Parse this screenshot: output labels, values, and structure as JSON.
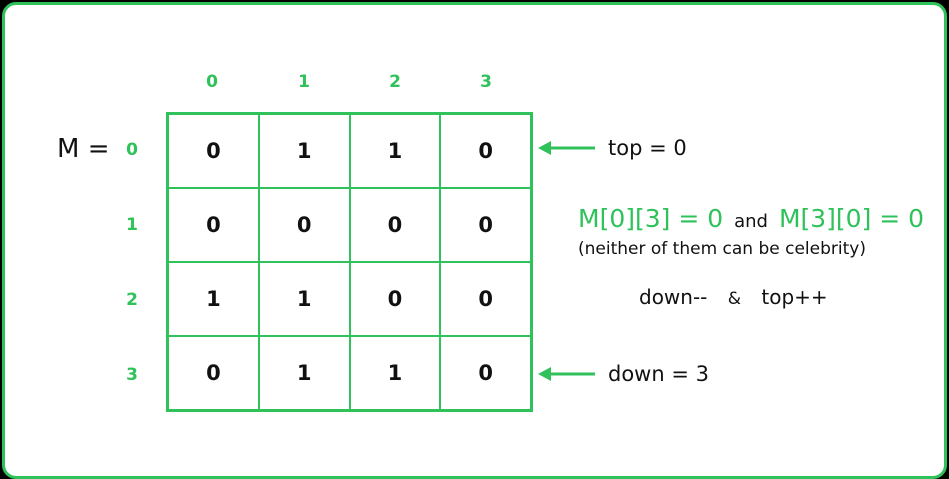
{
  "matrix": {
    "label": "M =",
    "col_indices": [
      "0",
      "1",
      "2",
      "3"
    ],
    "row_indices": [
      "0",
      "1",
      "2",
      "3"
    ],
    "rows": [
      [
        "0",
        "1",
        "1",
        "0"
      ],
      [
        "0",
        "0",
        "0",
        "0"
      ],
      [
        "1",
        "1",
        "0",
        "0"
      ],
      [
        "0",
        "1",
        "1",
        "0"
      ]
    ]
  },
  "pointers": {
    "top": "top = 0",
    "down": "down = 3"
  },
  "explanation": {
    "left_condition": "M[0][3] = 0",
    "connector": "and",
    "right_condition": "M[3][0] = 0",
    "note": "(neither of them can be celebrity)",
    "decrement": "down--",
    "ampersand": "&",
    "increment": "top++"
  },
  "colors": {
    "accent": "#2fc25b",
    "text": "#111111",
    "background": "#ffffff",
    "outer": "#000000"
  }
}
